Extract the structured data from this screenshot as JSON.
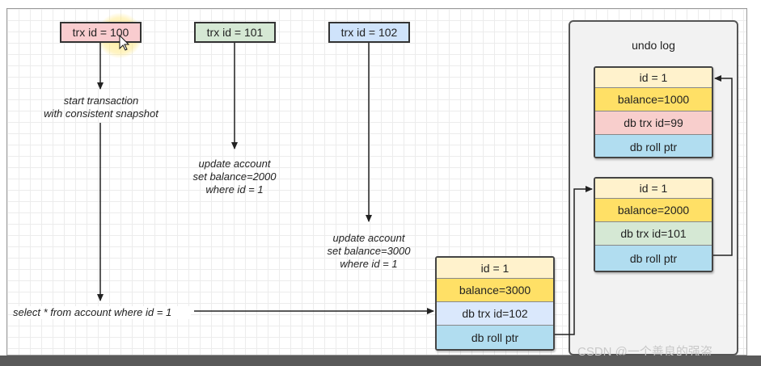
{
  "transactions": [
    {
      "label": "trx id = 100",
      "color": "#f9cccf"
    },
    {
      "label": "trx id = 101",
      "color": "#d5e8d4"
    },
    {
      "label": "trx id = 102",
      "color": "#cfe3fb"
    }
  ],
  "notes": {
    "start_line1": "start transaction",
    "start_line2": "with consistent snapshot",
    "update101_line1": "update account",
    "update101_line2": "set balance=2000",
    "update101_line3": "where id = 1",
    "update102_line1": "update account",
    "update102_line2": "set balance=3000",
    "update102_line3": "where id = 1",
    "select": "select * from account where id = 1"
  },
  "current_record": {
    "id": "id = 1",
    "balance": "balance=3000",
    "trx": "db trx id=102",
    "roll_ptr": "db roll ptr"
  },
  "undo_log": {
    "title": "undo log",
    "records": [
      {
        "id": "id = 1",
        "balance": "balance=1000",
        "trx": "db trx id=99",
        "roll_ptr": "db roll ptr"
      },
      {
        "id": "id = 1",
        "balance": "balance=2000",
        "trx": "db trx id=101",
        "roll_ptr": "db roll ptr"
      }
    ]
  },
  "colors": {
    "id_row": "#fff2cc",
    "balance_row": "#ffe066",
    "trx_99": "#f8cecc",
    "trx_101": "#d5e8d4",
    "trx_102": "#dae8fc",
    "roll_ptr_row": "#b1ddf0"
  },
  "watermark": "CSDN @一个善良的强盗"
}
